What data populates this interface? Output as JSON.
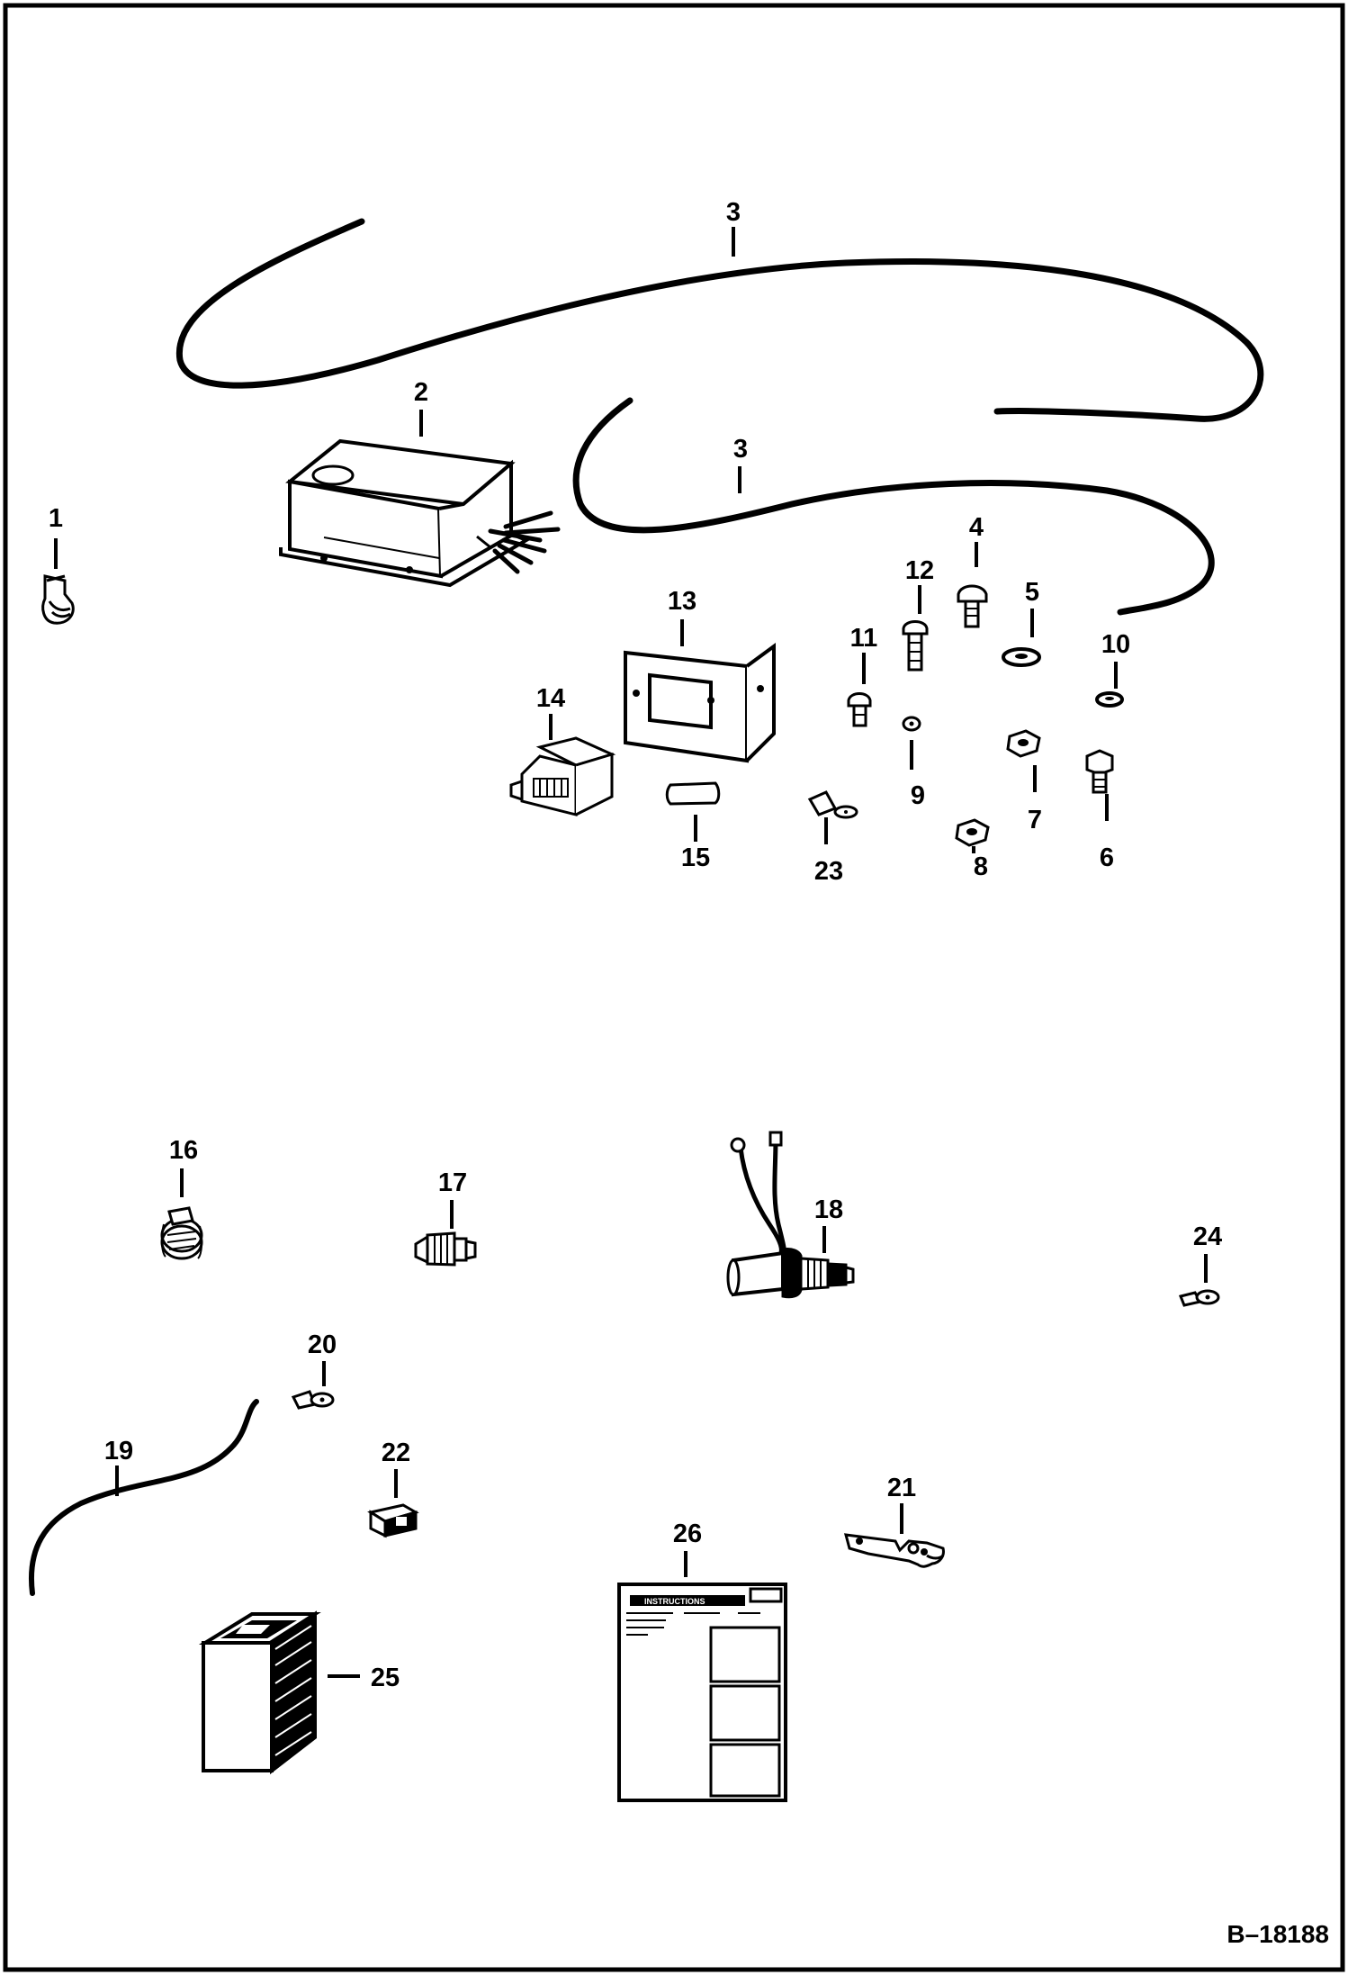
{
  "callouts": {
    "c1": "1",
    "c2": "2",
    "c3a": "3",
    "c3b": "3",
    "c4": "4",
    "c5": "5",
    "c6": "6",
    "c7": "7",
    "c8": "8",
    "c9": "9",
    "c10": "10",
    "c11": "11",
    "c12": "12",
    "c13": "13",
    "c14": "14",
    "c15": "15",
    "c16": "16",
    "c17": "17",
    "c18": "18",
    "c19": "19",
    "c20": "20",
    "c21": "21",
    "c22": "22",
    "c23": "23",
    "c24": "24",
    "c25": "25",
    "c26": "26"
  },
  "instruction_sheet": {
    "title": "INSTRUCTIONS"
  },
  "drawing_number": "B–18188"
}
